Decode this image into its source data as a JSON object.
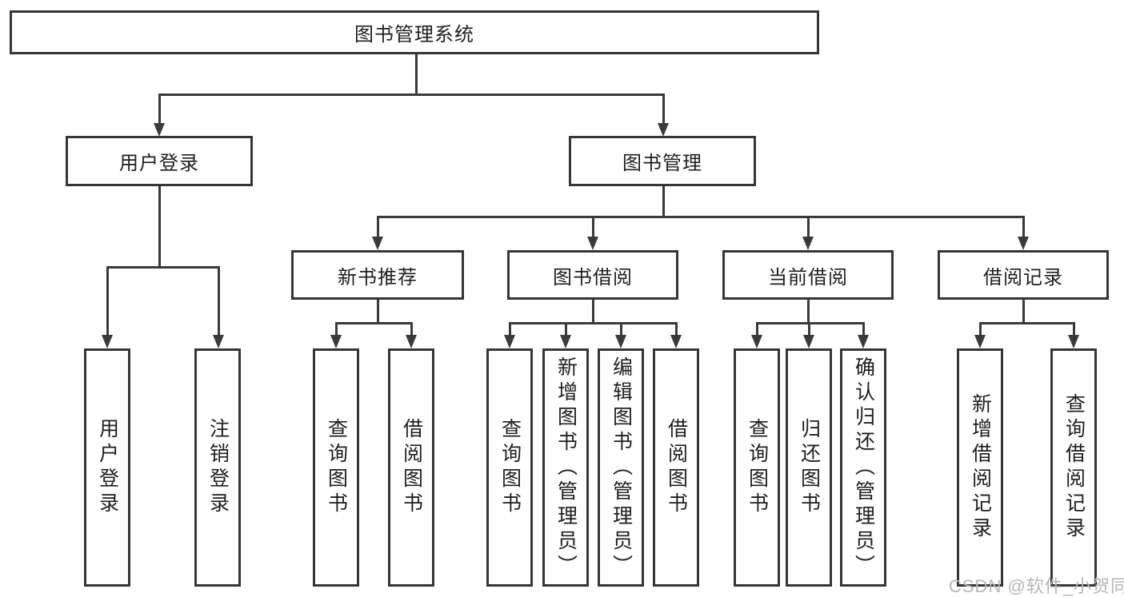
{
  "diagram": {
    "root": {
      "label": "图书管理系统"
    },
    "level1": {
      "user_login": {
        "label": "用户登录"
      },
      "book_mgmt": {
        "label": "图书管理"
      }
    },
    "level2": {
      "new_books": {
        "label": "新书推荐"
      },
      "book_borrow": {
        "label": "图书借阅"
      },
      "current_borrow": {
        "label": "当前借阅"
      },
      "borrow_records": {
        "label": "借阅记录"
      }
    },
    "leaves": {
      "user_login": [
        "用户登录",
        "注销登录"
      ],
      "new_books": [
        "查询图书",
        "借阅图书"
      ],
      "book_borrow": [
        "查询图书",
        "新增图书（管理员）",
        "编辑图书（管理员）",
        "借阅图书"
      ],
      "current_borrow": [
        "查询图书",
        "归还图书",
        "确认归还（管理员）"
      ],
      "borrow_records": [
        "新增借阅记录",
        "查询借阅记录"
      ]
    }
  },
  "watermark": {
    "text": "CSDN @软件_小贺同学"
  },
  "colors": {
    "line": "#3a3a3a",
    "border": "#353535",
    "text": "#1e1e1e",
    "watermark": "#b6b6b6",
    "background": "#ffffff"
  }
}
